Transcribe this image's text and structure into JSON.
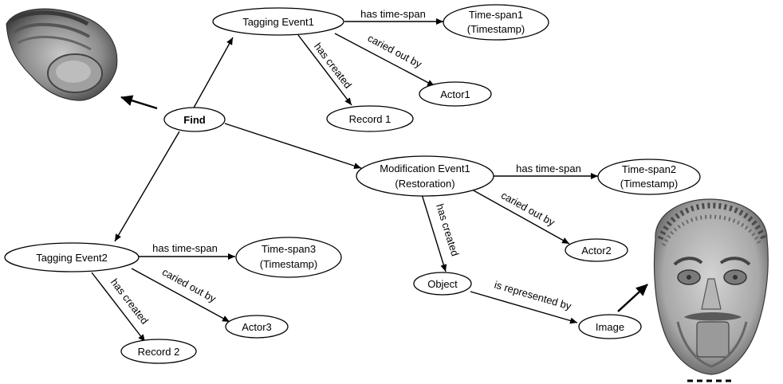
{
  "nodes": {
    "tagging_event1": {
      "lines": [
        "Tagging Event1"
      ]
    },
    "time_span1": {
      "lines": [
        "Time-span1",
        "(Timestamp)"
      ]
    },
    "actor1": {
      "lines": [
        "Actor1"
      ]
    },
    "record1": {
      "lines": [
        "Record 1"
      ]
    },
    "find": {
      "lines": [
        "Find"
      ]
    },
    "modification_event1": {
      "lines": [
        "Modification Event1",
        "(Restoration)"
      ]
    },
    "time_span2": {
      "lines": [
        "Time-span2",
        "(Timestamp)"
      ]
    },
    "actor2": {
      "lines": [
        "Actor2"
      ]
    },
    "object": {
      "lines": [
        "Object"
      ]
    },
    "image": {
      "lines": [
        "Image"
      ]
    },
    "tagging_event2": {
      "lines": [
        "Tagging Event2"
      ]
    },
    "time_span3": {
      "lines": [
        "Time-span3",
        "(Timestamp)"
      ]
    },
    "actor3": {
      "lines": [
        "Actor3"
      ]
    },
    "record2": {
      "lines": [
        "Record 2"
      ]
    }
  },
  "edges": {
    "te1_timespan": "has time-span",
    "te1_actor": "caried out by",
    "te1_record": "has created",
    "me1_timespan": "has time-span",
    "me1_actor": "caried out by",
    "me1_object": "has created",
    "object_image": "is represented by",
    "te2_timespan": "has time-span",
    "te2_actor": "caried out by",
    "te2_record": "has created"
  },
  "colors": {
    "ink": "#000000",
    "background": "#ffffff",
    "terracotta_photo": "#8a8a8a"
  },
  "images": {
    "fragment_photo": "terracotta-fragment-photo",
    "mask_photo": "terracotta-mask-photo",
    "scale_bar": "scale-bar"
  }
}
